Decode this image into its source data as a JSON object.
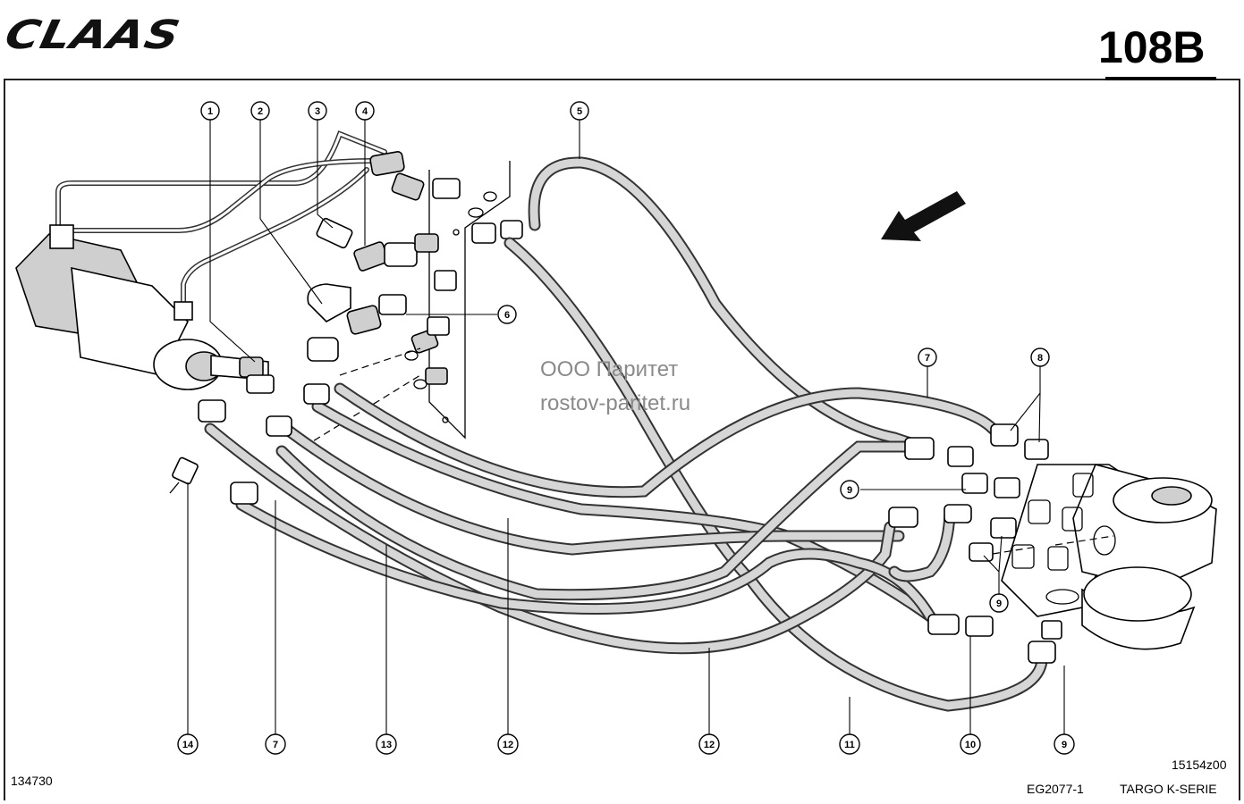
{
  "header": {
    "brand": "CLAAS",
    "page_number": "108B"
  },
  "watermark": {
    "line1": "ООО Паритет",
    "line2": "rostov-paritet.ru"
  },
  "footer": {
    "drawing_id": "134730",
    "figure_code": "15154z00",
    "group_code": "EG2077-1",
    "model": "TARGO K-SERIE"
  },
  "callouts": {
    "c1": "1",
    "c2": "2",
    "c3": "3",
    "c4": "4",
    "c5": "5",
    "c6": "6",
    "c7a": "7",
    "c8": "8",
    "c9a": "9",
    "c9b": "9",
    "c14": "14",
    "c7b": "7",
    "c13": "13",
    "c12a": "12",
    "c12b": "12",
    "c11": "11",
    "c10": "10",
    "c9c": "9"
  },
  "colors": {
    "line": "#000000",
    "hose_fill": "#d6d6d6",
    "watermark": "#8a8a8a"
  }
}
